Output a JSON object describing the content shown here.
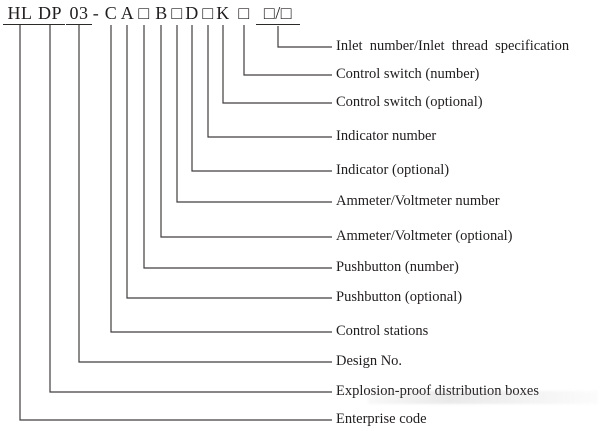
{
  "code": {
    "segments": [
      {
        "text": "HL",
        "meaning": "Enterprise code"
      },
      {
        "text": "DP",
        "meaning": "Explosion-proof distribution boxes"
      },
      {
        "text": "03",
        "meaning": "Design No."
      },
      {
        "text": "-",
        "meaning": ""
      },
      {
        "text": "C",
        "meaning": "Control stations"
      },
      {
        "text": "A",
        "meaning": "Pushbutton (optional)"
      },
      {
        "text": "□",
        "meaning": "Pushbutton (number)"
      },
      {
        "text": "B",
        "meaning": "Ammeter/Voltmeter (optional)"
      },
      {
        "text": "□",
        "meaning": "Ammeter/Voltmeter number"
      },
      {
        "text": "D",
        "meaning": "Indicator (optional)"
      },
      {
        "text": "□",
        "meaning": "Indicator number"
      },
      {
        "text": "K",
        "meaning": "Control switch (optional)"
      },
      {
        "text": "□",
        "meaning": "Control switch (number)"
      },
      {
        "text": "□/□",
        "meaning": "Inlet number/Inlet thread specification"
      }
    ]
  },
  "labels": [
    {
      "text": "Inlet number/Inlet thread specification"
    },
    {
      "text": "Control switch (number)"
    },
    {
      "text": "Control switch (optional)"
    },
    {
      "text": "Indicator number"
    },
    {
      "text": "Indicator (optional)"
    },
    {
      "text": "Ammeter/Voltmeter number"
    },
    {
      "text": "Ammeter/Voltmeter (optional)"
    },
    {
      "text": "Pushbutton (number)"
    },
    {
      "text": "Pushbutton (optional)"
    },
    {
      "text": "Control stations"
    },
    {
      "text": "Design No."
    },
    {
      "text": "Explosion-proof distribution boxes"
    },
    {
      "text": "Enterprise code"
    }
  ],
  "colors": {
    "text": "#201d1d",
    "line": "#413d3d",
    "background": "#ffffff"
  }
}
